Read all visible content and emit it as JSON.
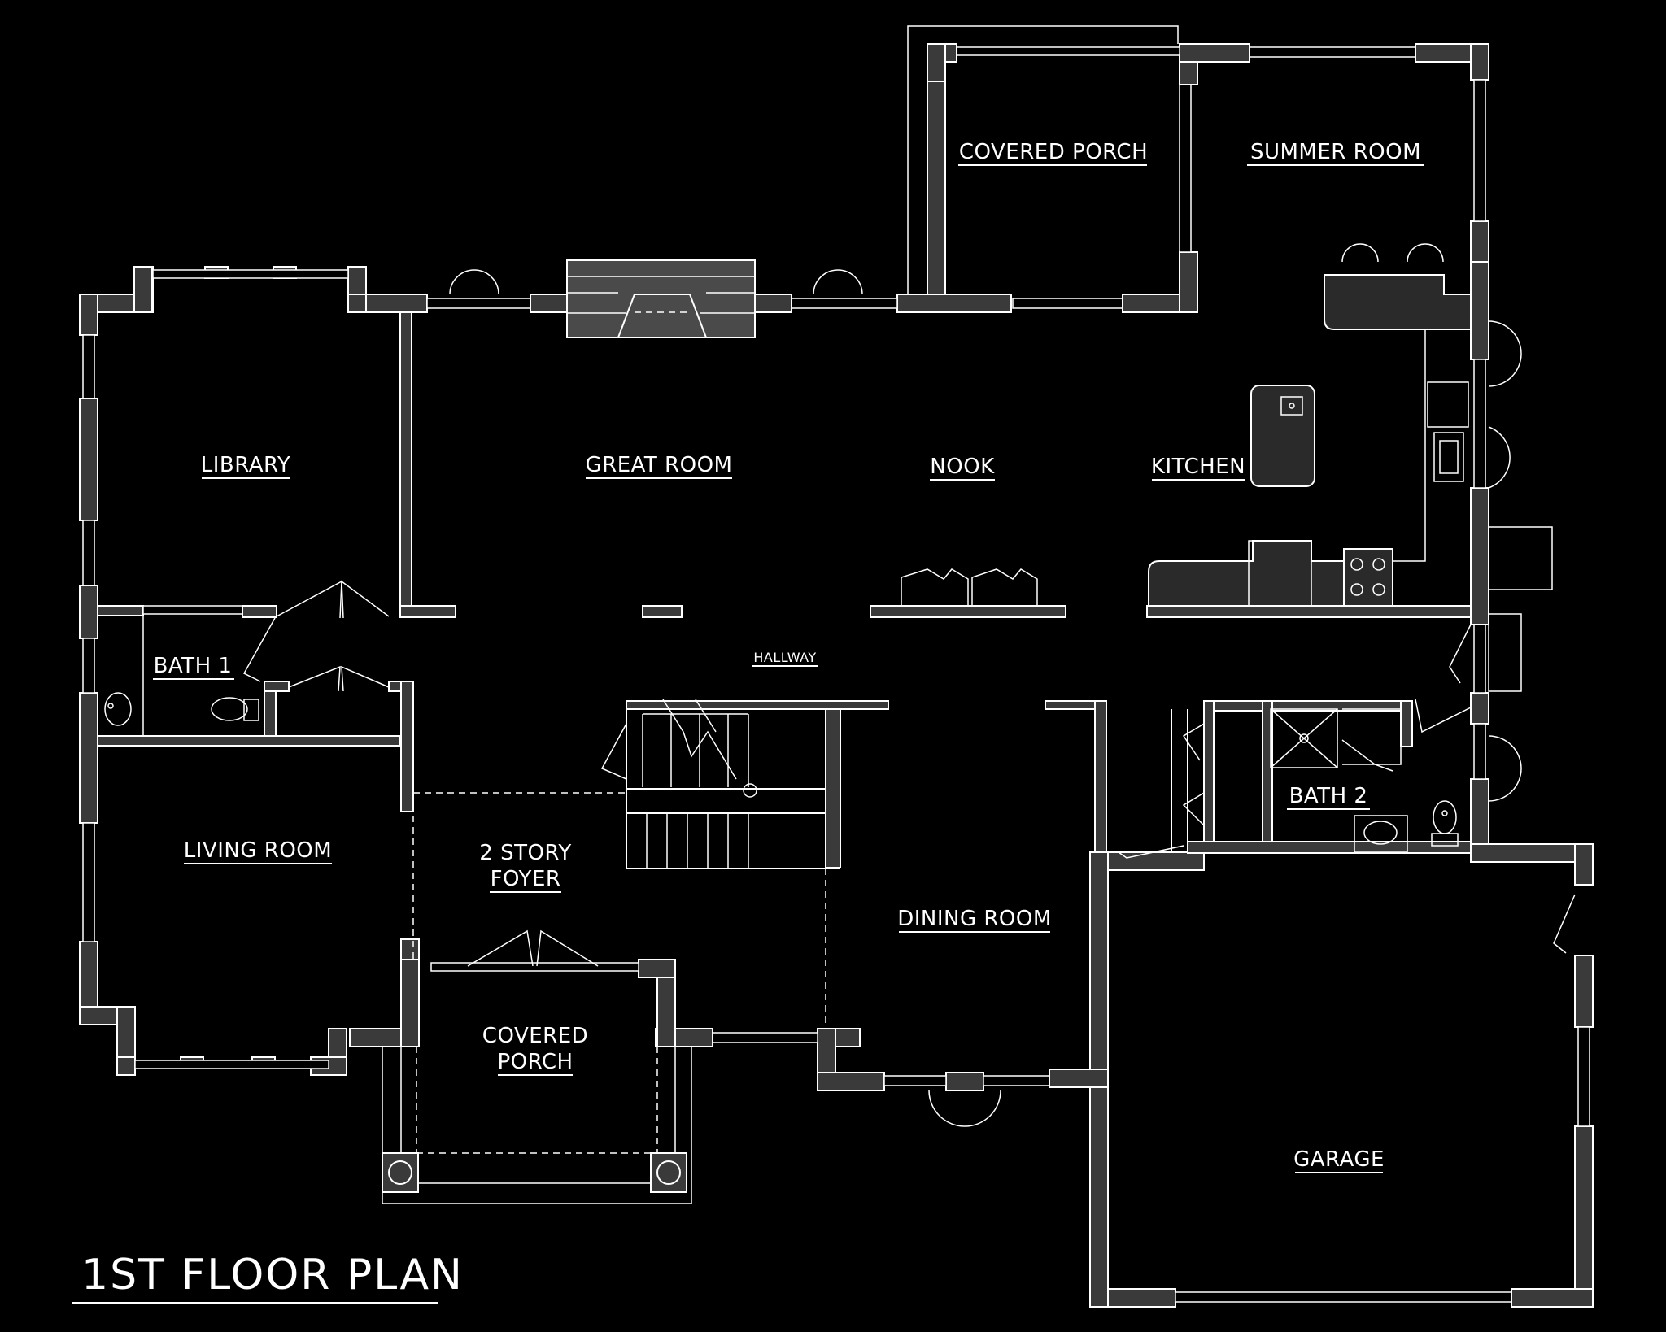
{
  "plan_title": "1ST FLOOR PLAN",
  "rooms": {
    "covered_porch_top": "COVERED PORCH",
    "summer_room": "SUMMER ROOM",
    "library": "LIBRARY",
    "great_room": "GREAT ROOM",
    "nook": "NOOK",
    "kitchen": "KITCHEN",
    "bath_1": "BATH 1",
    "hallway": "HALLWAY",
    "living_room": "LIVING ROOM",
    "foyer_line1": "2 STORY",
    "foyer_line2": "FOYER",
    "bath_2": "BATH 2",
    "dining_room": "DINING ROOM",
    "covered_porch_front_line1": "COVERED",
    "covered_porch_front_line2": "PORCH",
    "garage": "GARAGE"
  },
  "colors": {
    "background": "#000000",
    "lines": "#ffffff",
    "wall_fill": "#3a3a3a"
  }
}
